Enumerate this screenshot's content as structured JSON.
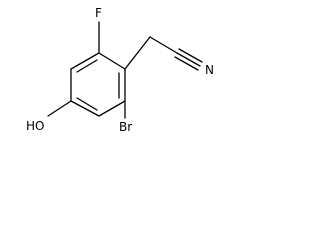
{
  "structure": {
    "atoms": {
      "fluorine": "F",
      "hydroxyl": "HO",
      "bromine": "Br",
      "nitrogen": "N"
    },
    "bond_color": "#000000",
    "background": "#ffffff"
  }
}
